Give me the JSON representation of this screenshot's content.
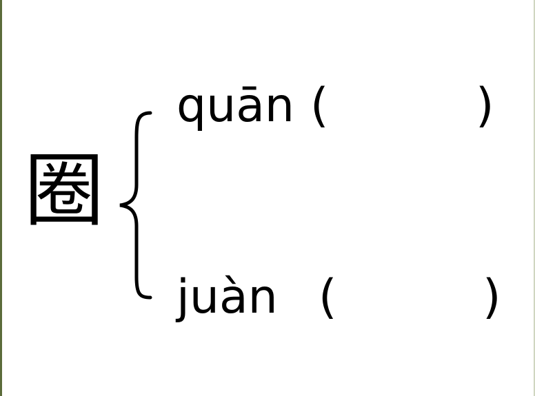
{
  "character": "圈",
  "readings": [
    {
      "pinyin": "quān",
      "open_paren": "(",
      "close_paren": ")"
    },
    {
      "pinyin": "juàn",
      "open_paren": "(",
      "close_paren": ")"
    }
  ],
  "colors": {
    "text": "#000000",
    "background": "#ffffff",
    "left_edge": "#5b6b3a"
  }
}
